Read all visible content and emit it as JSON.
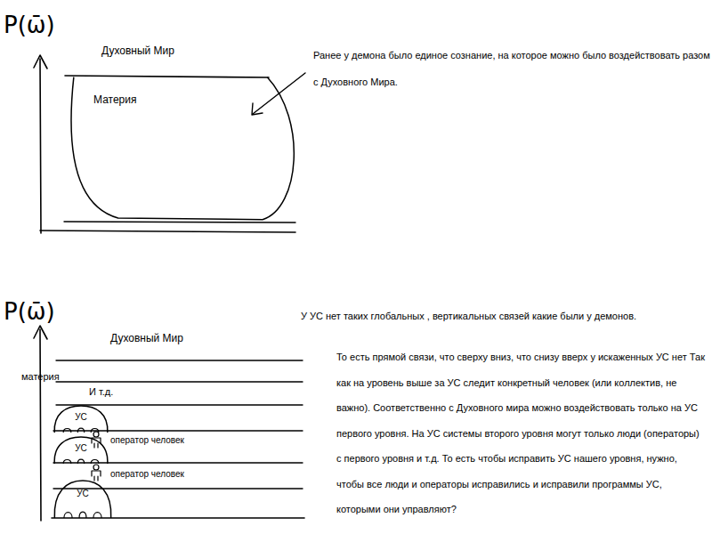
{
  "diagram": {
    "nodes": [
      {
        "text": [
          "Материя"
        ]
      },
      {
        "text": [
          "УС"
        ]
      },
      {
        "text": [
          "УС"
        ]
      },
      {
        "text": [
          "УС"
        ]
      }
    ],
    "labels": [
      "P(ω̄)",
      "Духовный Мир",
      "Ранее у демона было единое сознание, на которое можно было воздействовать разом с Духовного Мира.",
      "P(ω̄)",
      "Духовный Мир",
      "У УС нет таких глобальных , вертикальных связей какие были у демонов.",
      "То есть прямой связи, что сверху вниз, что снизу вверх у искаженных УС нет Так как на уровень выше за УС следит конкретный человек (или коллектив, не важно). Соответственно с Духовного мира можно воздействовать только на УС первого уровня. На УС системы второго уровня могут только люди (операторы) с первого уровня и т.д. То есть чтобы исправить УС нашего уровня, нужно, чтобы все люди и операторы исправились и исправили программы УС, которыми они управляют?",
      "материя",
      "И т.д.",
      "оператор человек",
      "оператор человек"
    ]
  }
}
